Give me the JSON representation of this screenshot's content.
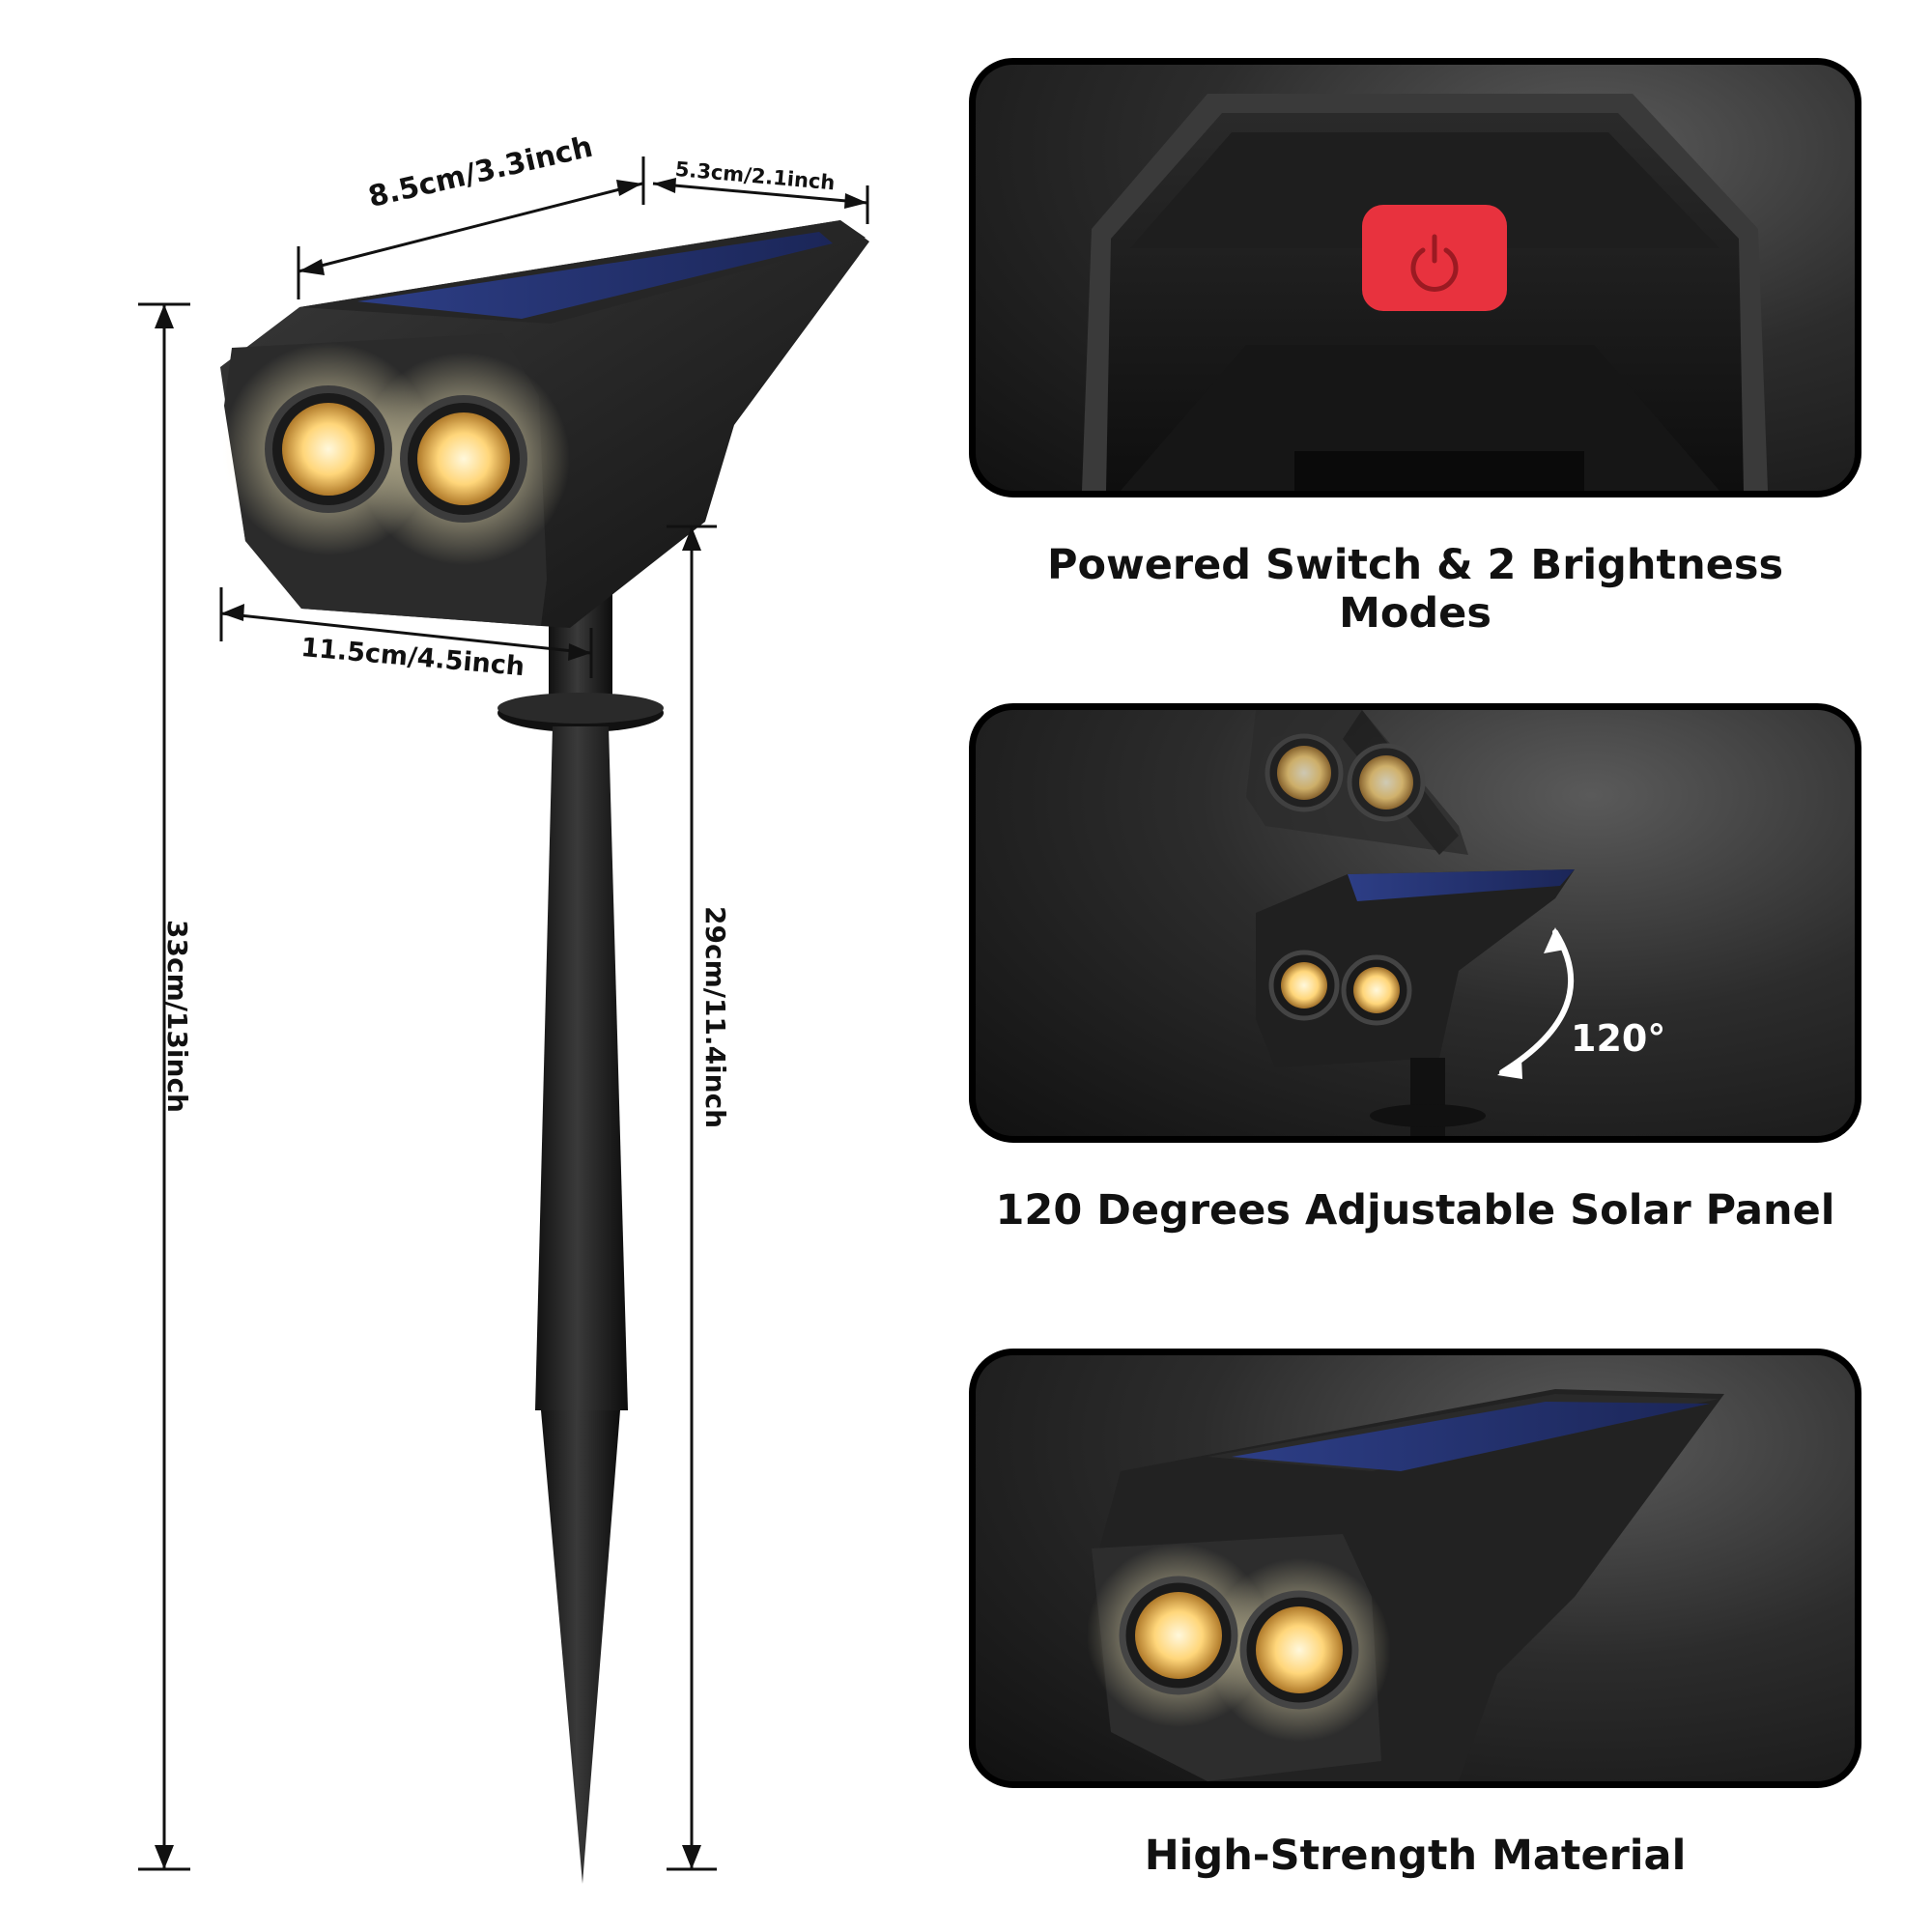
{
  "dimensions": {
    "width_top": "8.5cm/3.3inch",
    "depth_top": "5.3cm/2.1inch",
    "width_front": "11.5cm/4.5inch",
    "height_total": "33cm/13inch",
    "height_stake": "29cm/11.4inch"
  },
  "features": [
    {
      "caption": "Powered Switch & 2 Brightness Modes"
    },
    {
      "caption": "120 Degrees Adjustable Solar Panel",
      "angle_label": "120°"
    },
    {
      "caption": "High-Strength Material"
    }
  ],
  "colors": {
    "switch_red": "#e8323e",
    "led_warm": "#ffd67a",
    "housing": "#1c1c1c",
    "solar_blue": "#2b3a78"
  }
}
